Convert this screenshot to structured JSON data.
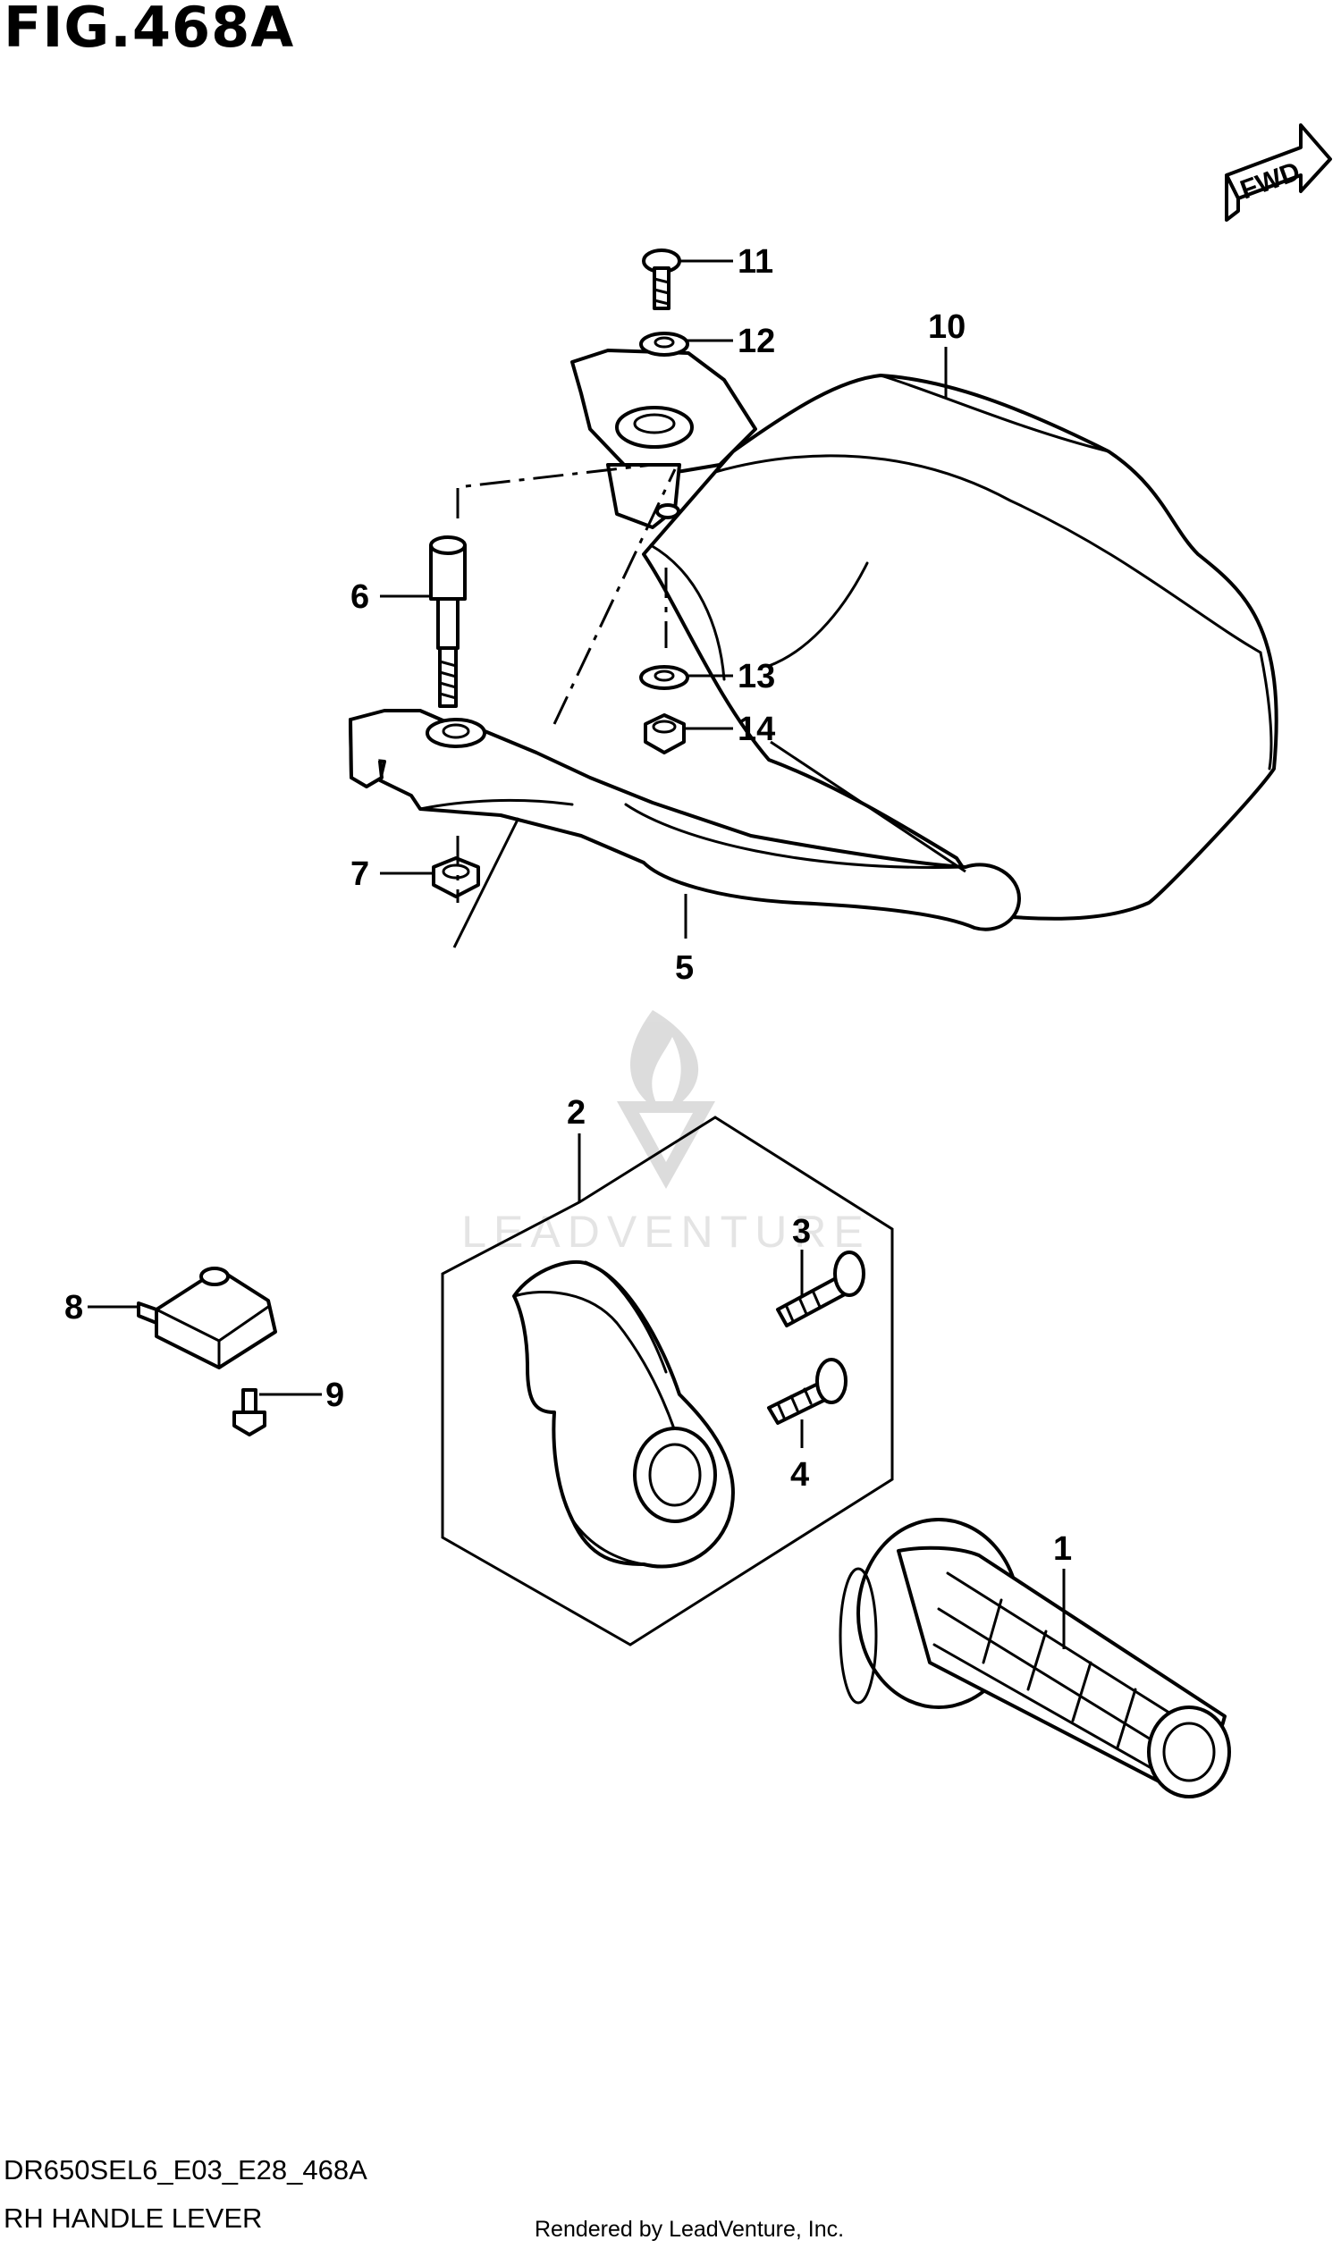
{
  "figure": {
    "title": "FIG.468A",
    "model_code": "DR650SEL6_E03_E28_468A",
    "section_name": "RH HANDLE LEVER",
    "render_credit": "Rendered by LeadVenture, Inc.",
    "watermark": "LEADVENTURE",
    "direction_label": "FWD"
  },
  "callouts": [
    "1",
    "2",
    "3",
    "4",
    "5",
    "6",
    "7",
    "8",
    "9",
    "10",
    "11",
    "12",
    "13",
    "14"
  ],
  "colors": {
    "ink": "#000000",
    "background": "#ffffff",
    "watermark": "#d9d9d9"
  }
}
